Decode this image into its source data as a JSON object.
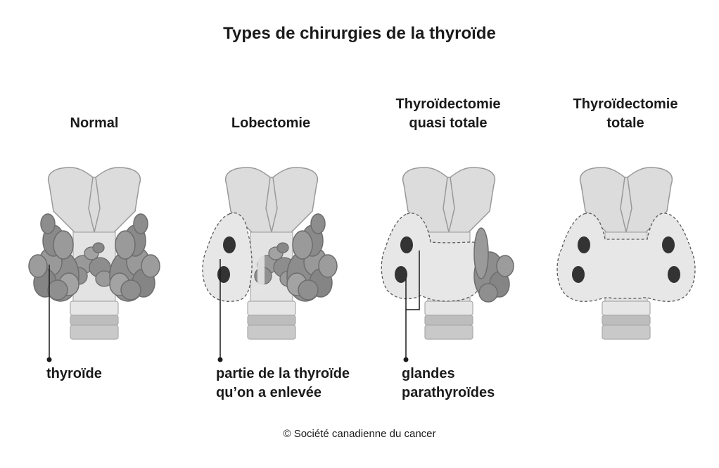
{
  "title": "Types de chirurgies de la thyroïde",
  "columns": [
    {
      "title_line1": "",
      "title_line2": "Normal"
    },
    {
      "title_line1": "",
      "title_line2": "Lobectomie"
    },
    {
      "title_line1": "Thyroïdectomie",
      "title_line2": "quasi totale"
    },
    {
      "title_line1": "Thyroïdectomie",
      "title_line2": "totale"
    }
  ],
  "labels": {
    "thyroid": "thyroïde",
    "removed_line1": "partie de la thyroïde",
    "removed_line2": "qu’on a enlevée",
    "parathyroid_line1": "glandes",
    "parathyroid_line2": "parathyroïdes"
  },
  "footer": "© Société canadienne du cancer",
  "colors": {
    "tissue": "#8a8a8a",
    "tissue_light": "#a9a9a9",
    "cartilage": "#dcdcdc",
    "removed": "#e6e6e6",
    "parathyroid": "#333333",
    "outline": "#666666"
  }
}
